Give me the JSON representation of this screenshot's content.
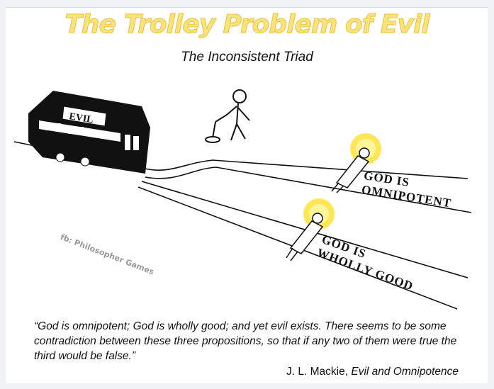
{
  "title": "The Trolley Problem of Evil",
  "subtitle": "The Inconsistent Triad",
  "trolley_label": "EVIL",
  "track_labels": {
    "upper": [
      "GOD IS",
      "OMNIPOTENT"
    ],
    "lower": [
      "GOD IS",
      "WHOLLY GOOD"
    ]
  },
  "watermark": "fb: Philosopher Games",
  "quote": "“God is omnipotent; God is wholly good; and yet evil exists. There seems to be some contradiction between these three propositions, so that if any two of them were true the third would be false.”",
  "attribution": {
    "author": "J. L. Mackie, ",
    "work": "Evil and Omnipotence"
  },
  "colors": {
    "title_fill": "#fbe27a",
    "sun": "#ffe23a",
    "background": "#f0f2f5"
  }
}
